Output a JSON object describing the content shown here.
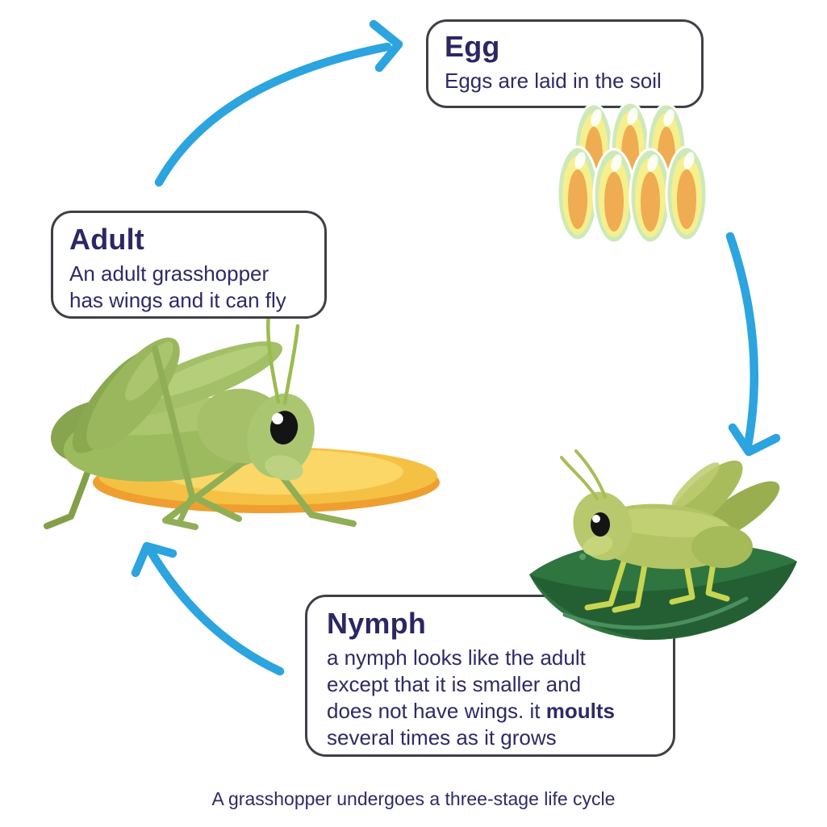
{
  "figure": {
    "caption": "A grasshopper undergoes a three-stage life cycle"
  },
  "stages": {
    "egg": {
      "title": "Egg",
      "description": "Eggs are laid in the soil"
    },
    "nymph": {
      "title": "Nymph",
      "line1": "a nymph looks like the adult",
      "line2": "except that it is smaller and",
      "line3_pre": "does not have wings. it ",
      "line3_bold": "moults",
      "line4": "several times as it grows"
    },
    "adult": {
      "title": "Adult",
      "line1": "An adult grasshopper",
      "line2": "has wings and it can fly"
    }
  },
  "cycle": {
    "sequence": [
      "Egg",
      "Nymph",
      "Adult"
    ],
    "arrows": [
      {
        "name": "adult-to-egg",
        "color": "#2ba4e0"
      },
      {
        "name": "egg-to-nymph",
        "color": "#2ba4e0"
      },
      {
        "name": "nymph-to-adult",
        "color": "#2ba4e0"
      }
    ],
    "egg_count": 7
  },
  "colors": {
    "text_navy": "#2e2a66",
    "card_border": "#3f3f46",
    "arrow_blue": "#2ba4e0",
    "grasshopper_green": "#9cba5e",
    "nymph_green": "#b3c465",
    "leaf_green": "#2e7540",
    "egg_shell_green": "#cde9b8",
    "egg_yellow": "#f6ef8e",
    "egg_core_orange": "#efac52",
    "belly_yellow": "#f5c144"
  }
}
